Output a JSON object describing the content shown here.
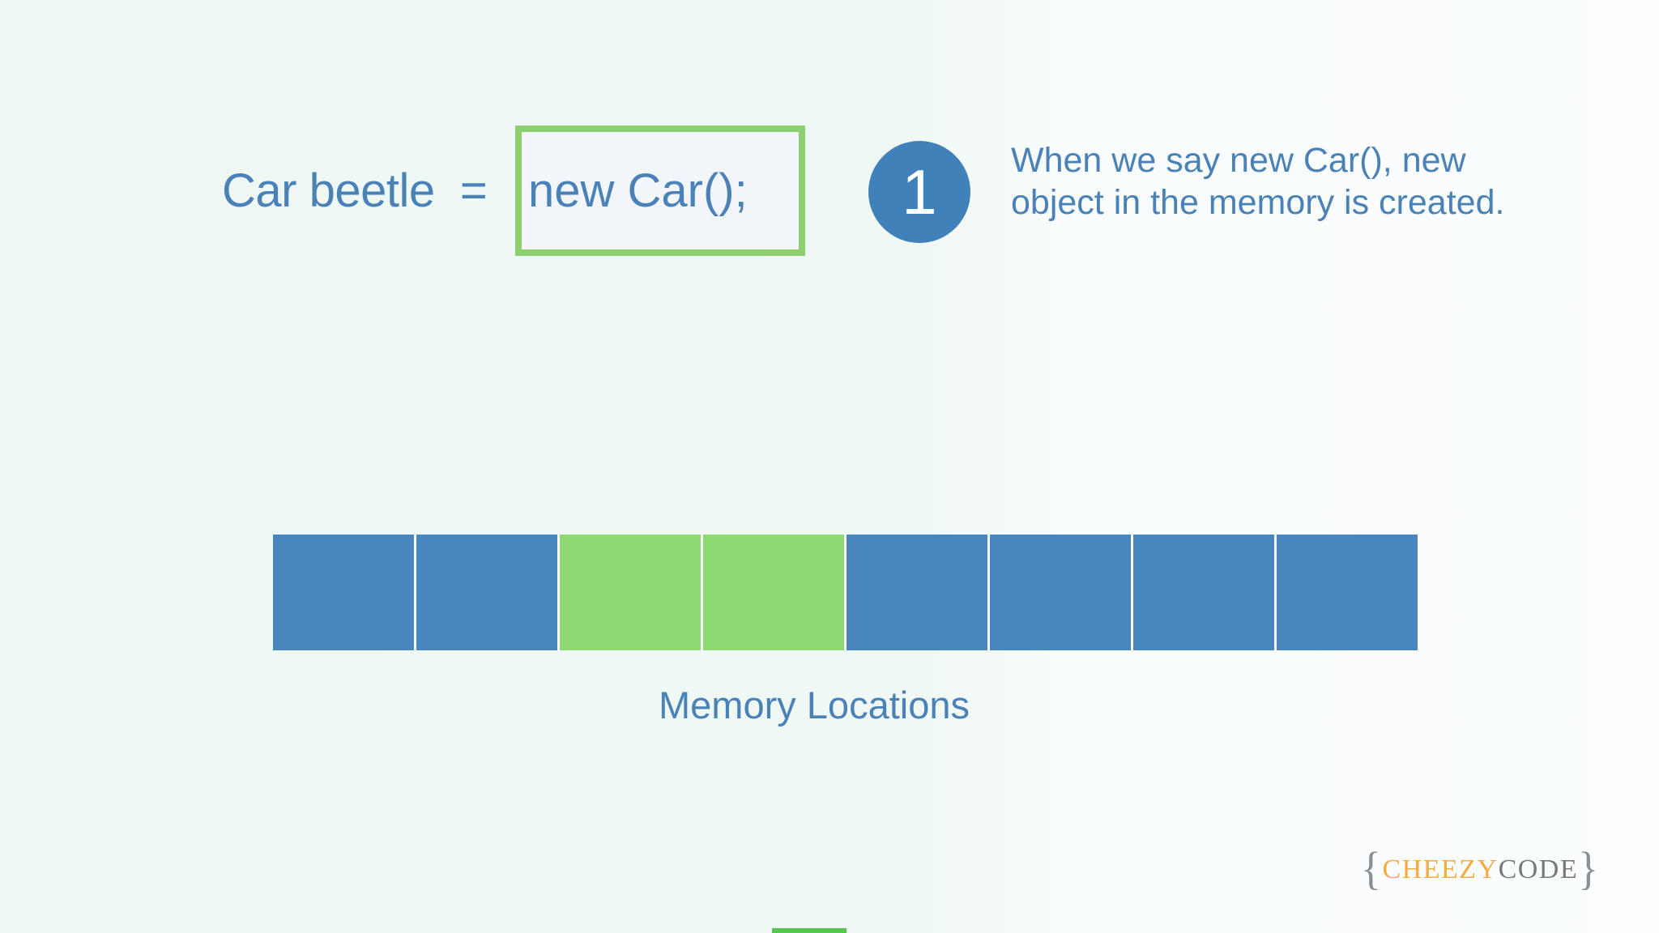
{
  "theme": {
    "text-blue": "#4a82b8",
    "badge-blue": "#4181ba",
    "box-green": "#8ccf70",
    "logo-orange": "#f5ab40",
    "logo-gray": "#77797c",
    "logo-gray-light": "#8a8f94",
    "sliver-green": "#56c553"
  },
  "code_statement": {
    "declaration": "Car beetle  =",
    "expression": "new Car();"
  },
  "step_badge": {
    "number": "1"
  },
  "annotation": {
    "lines": [
      "When we say new Car(), new",
      "object in the memory is created."
    ]
  },
  "memory": {
    "label": "Memory Locations",
    "cell_colors": {
      "free": "#4a86be",
      "allocated": "#8ed973"
    },
    "cells": [
      {
        "state": "free"
      },
      {
        "state": "free"
      },
      {
        "state": "allocated"
      },
      {
        "state": "allocated"
      },
      {
        "state": "free"
      },
      {
        "state": "free"
      },
      {
        "state": "free"
      },
      {
        "state": "free"
      }
    ]
  },
  "logo": {
    "brace_left": "{",
    "brand_primary": "CHEEZY",
    "brand_secondary": "CODE",
    "brace_right": "}"
  }
}
